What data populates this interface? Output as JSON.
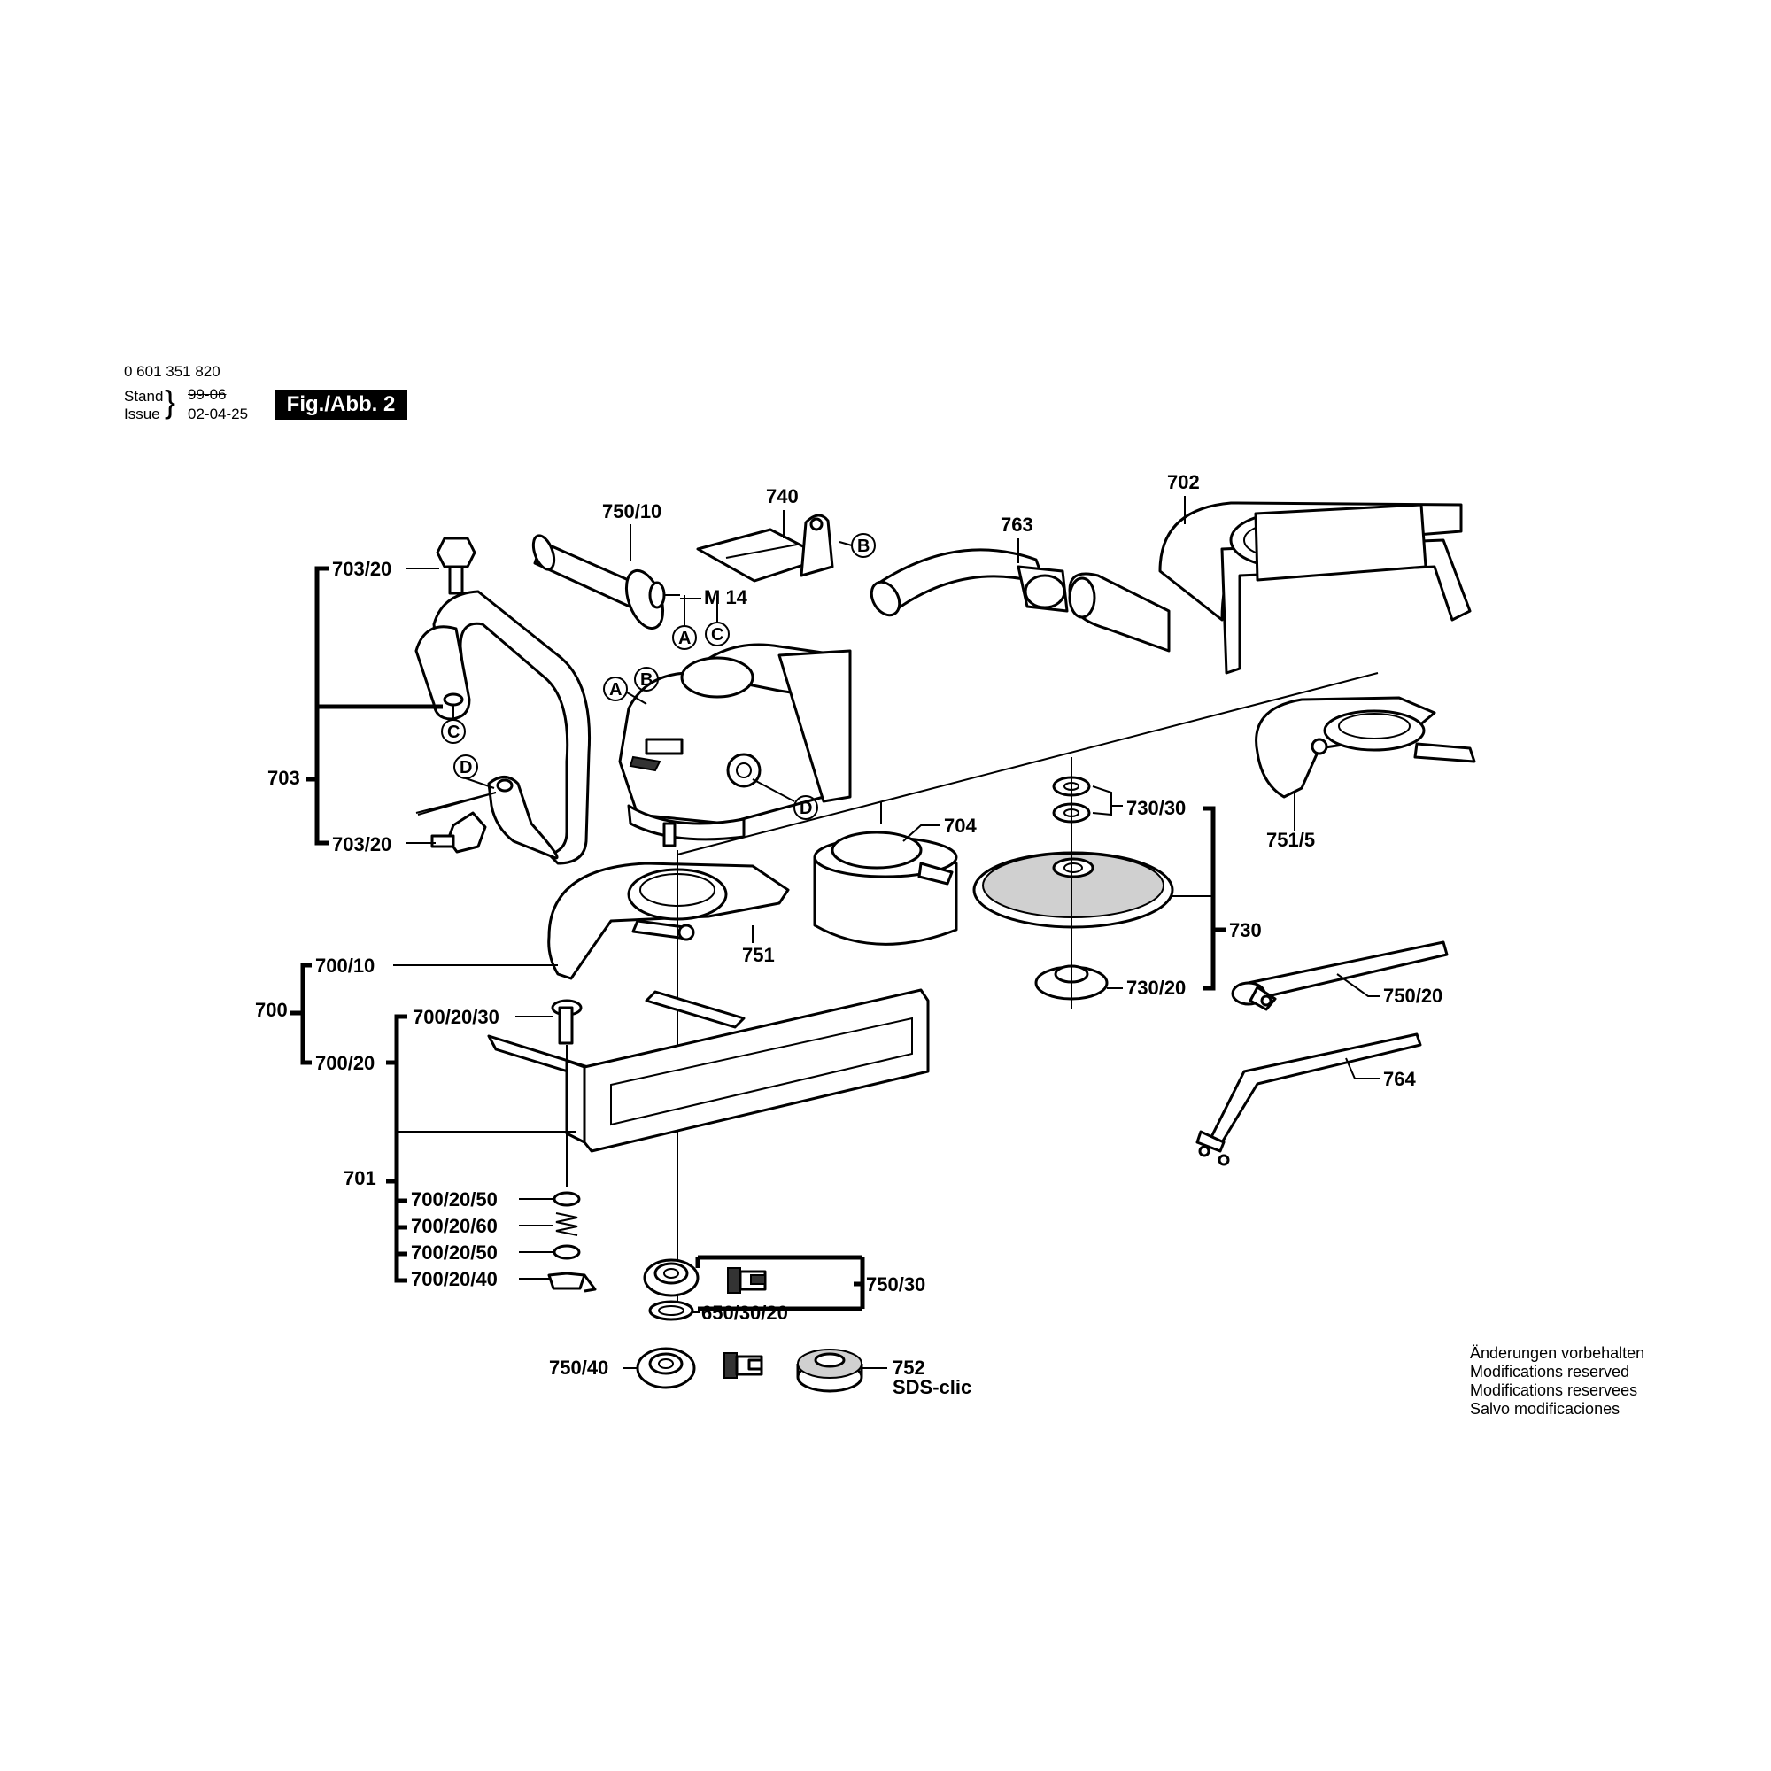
{
  "header": {
    "part_number": "0 601 351 820",
    "stand_label": "Stand",
    "stand_value": "99-06",
    "issue_label": "Issue",
    "issue_value": "02-04-25",
    "figure_label": "Fig./Abb. 2"
  },
  "notice": [
    "Änderungen vorbehalten",
    "Modifications reserved",
    "Modifications reservees",
    "Salvo modificaciones"
  ],
  "part_labels": {
    "p750_10": "750/10",
    "p740": "740",
    "p763": "763",
    "p702": "702",
    "p703_20_top": "703/20",
    "p703": "703",
    "p703_20_bottom": "703/20",
    "m14": "M 14",
    "p704": "704",
    "p730_30": "730/30",
    "p730": "730",
    "p730_20": "730/20",
    "p751_5": "751/5",
    "p751": "751",
    "p700_10": "700/10",
    "p700": "700",
    "p700_20": "700/20",
    "p700_20_30": "700/20/30",
    "p701": "701",
    "p700_20_50_a": "700/20/50",
    "p700_20_60": "700/20/60",
    "p700_20_50_b": "700/20/50",
    "p700_20_40": "700/20/40",
    "p750_20": "750/20",
    "p764": "764",
    "p750_30": "750/30",
    "p650_30_20": "650/30/20",
    "p750_40": "750/40",
    "p752": "752",
    "sds_clic": "SDS-clic"
  },
  "callouts": {
    "a": "A",
    "b": "B",
    "c": "C",
    "d": "D"
  }
}
